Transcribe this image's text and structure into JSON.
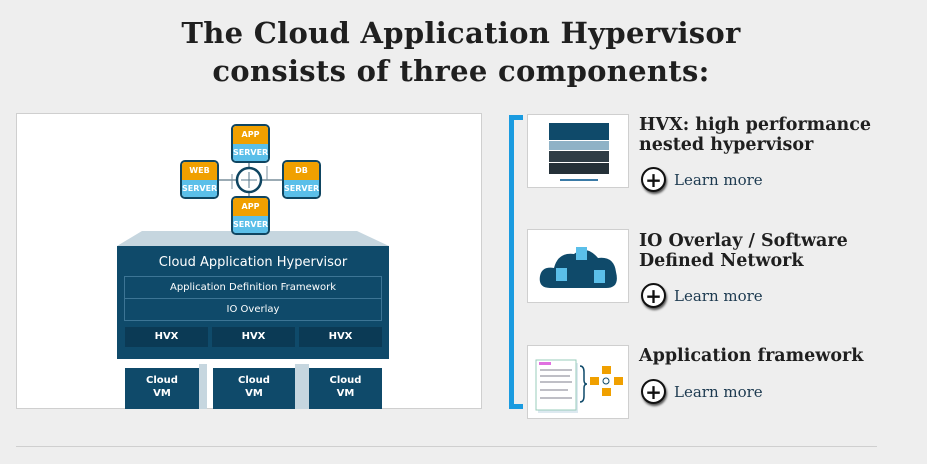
{
  "title": {
    "line1": "The Cloud Application Hypervisor",
    "line2": "consists of three components:"
  },
  "diagram": {
    "servers": [
      {
        "top": "APP",
        "bottom": "SERVER"
      },
      {
        "top": "WEB",
        "bottom": "SERVER"
      },
      {
        "top": "DB",
        "bottom": "SERVER"
      },
      {
        "top": "APP",
        "bottom": "SERVER"
      }
    ],
    "main_title": "Cloud Application Hypervisor",
    "framework": "Application Definition Framework",
    "overlay": "IO Overlay",
    "hvx": [
      "HVX",
      "HVX",
      "HVX"
    ],
    "vms": [
      {
        "l1": "Cloud",
        "l2": "VM"
      },
      {
        "l1": "Cloud",
        "l2": "VM"
      },
      {
        "l1": "Cloud",
        "l2": "VM"
      }
    ]
  },
  "components": [
    {
      "heading_l1": "HVX: high performance",
      "heading_l2": "nested hypervisor",
      "link": "Learn more"
    },
    {
      "heading_l1": "IO Overlay / Software",
      "heading_l2": "Defined Network",
      "link": "Learn more"
    },
    {
      "heading_l1": "Application framework",
      "heading_l2": "",
      "link": "Learn more"
    }
  ],
  "colors": {
    "accent": "#1a9be0",
    "navy": "#0f4a6a",
    "orange": "#f0a000",
    "lightblue": "#5bbfe9"
  }
}
